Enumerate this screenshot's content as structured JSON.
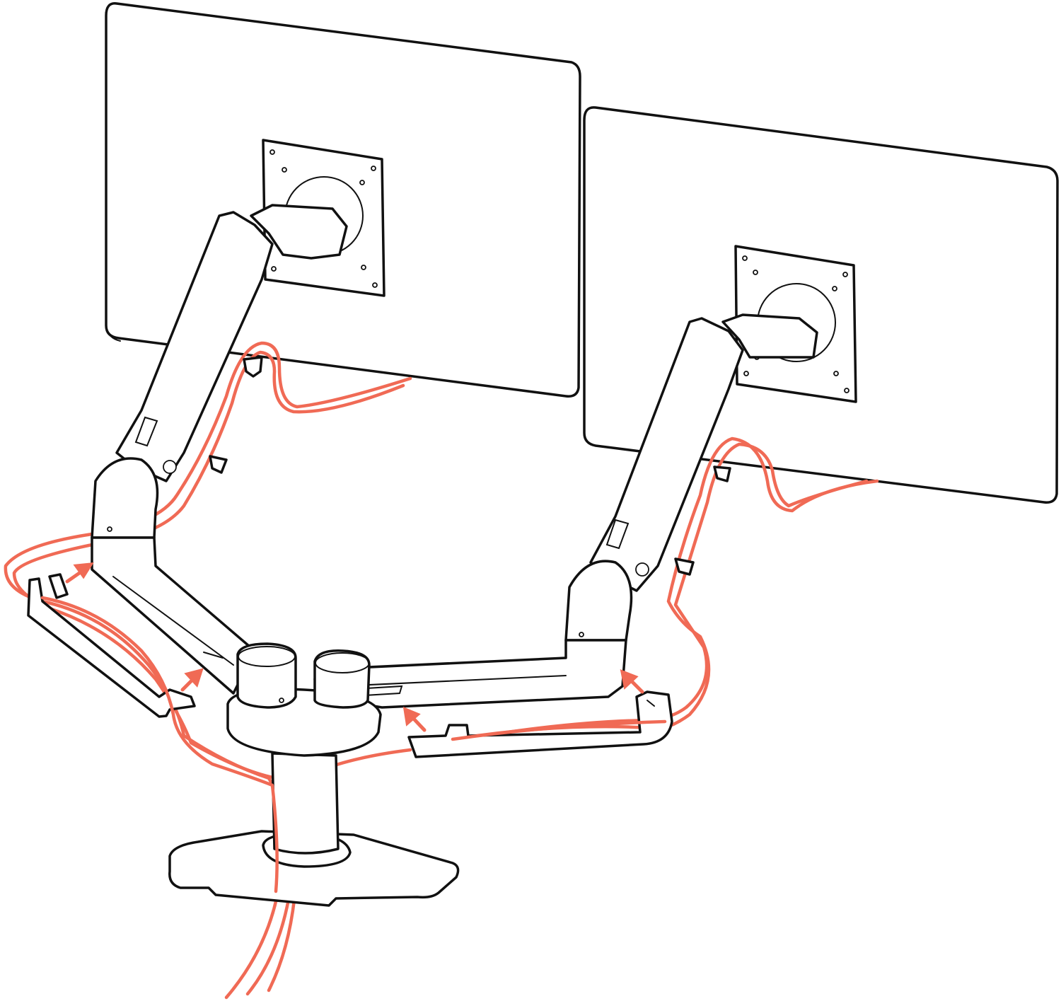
{
  "diagram": {
    "colors": {
      "outline": "#111111",
      "cable": "#f06a55",
      "arrow": "#f06a55",
      "fill": "#ffffff"
    },
    "icons": [
      "monitor-left",
      "monitor-right",
      "monitor-arm-left",
      "monitor-arm-right",
      "pole-stand-base",
      "cable-clip",
      "cable-cover",
      "direction-arrow"
    ]
  }
}
